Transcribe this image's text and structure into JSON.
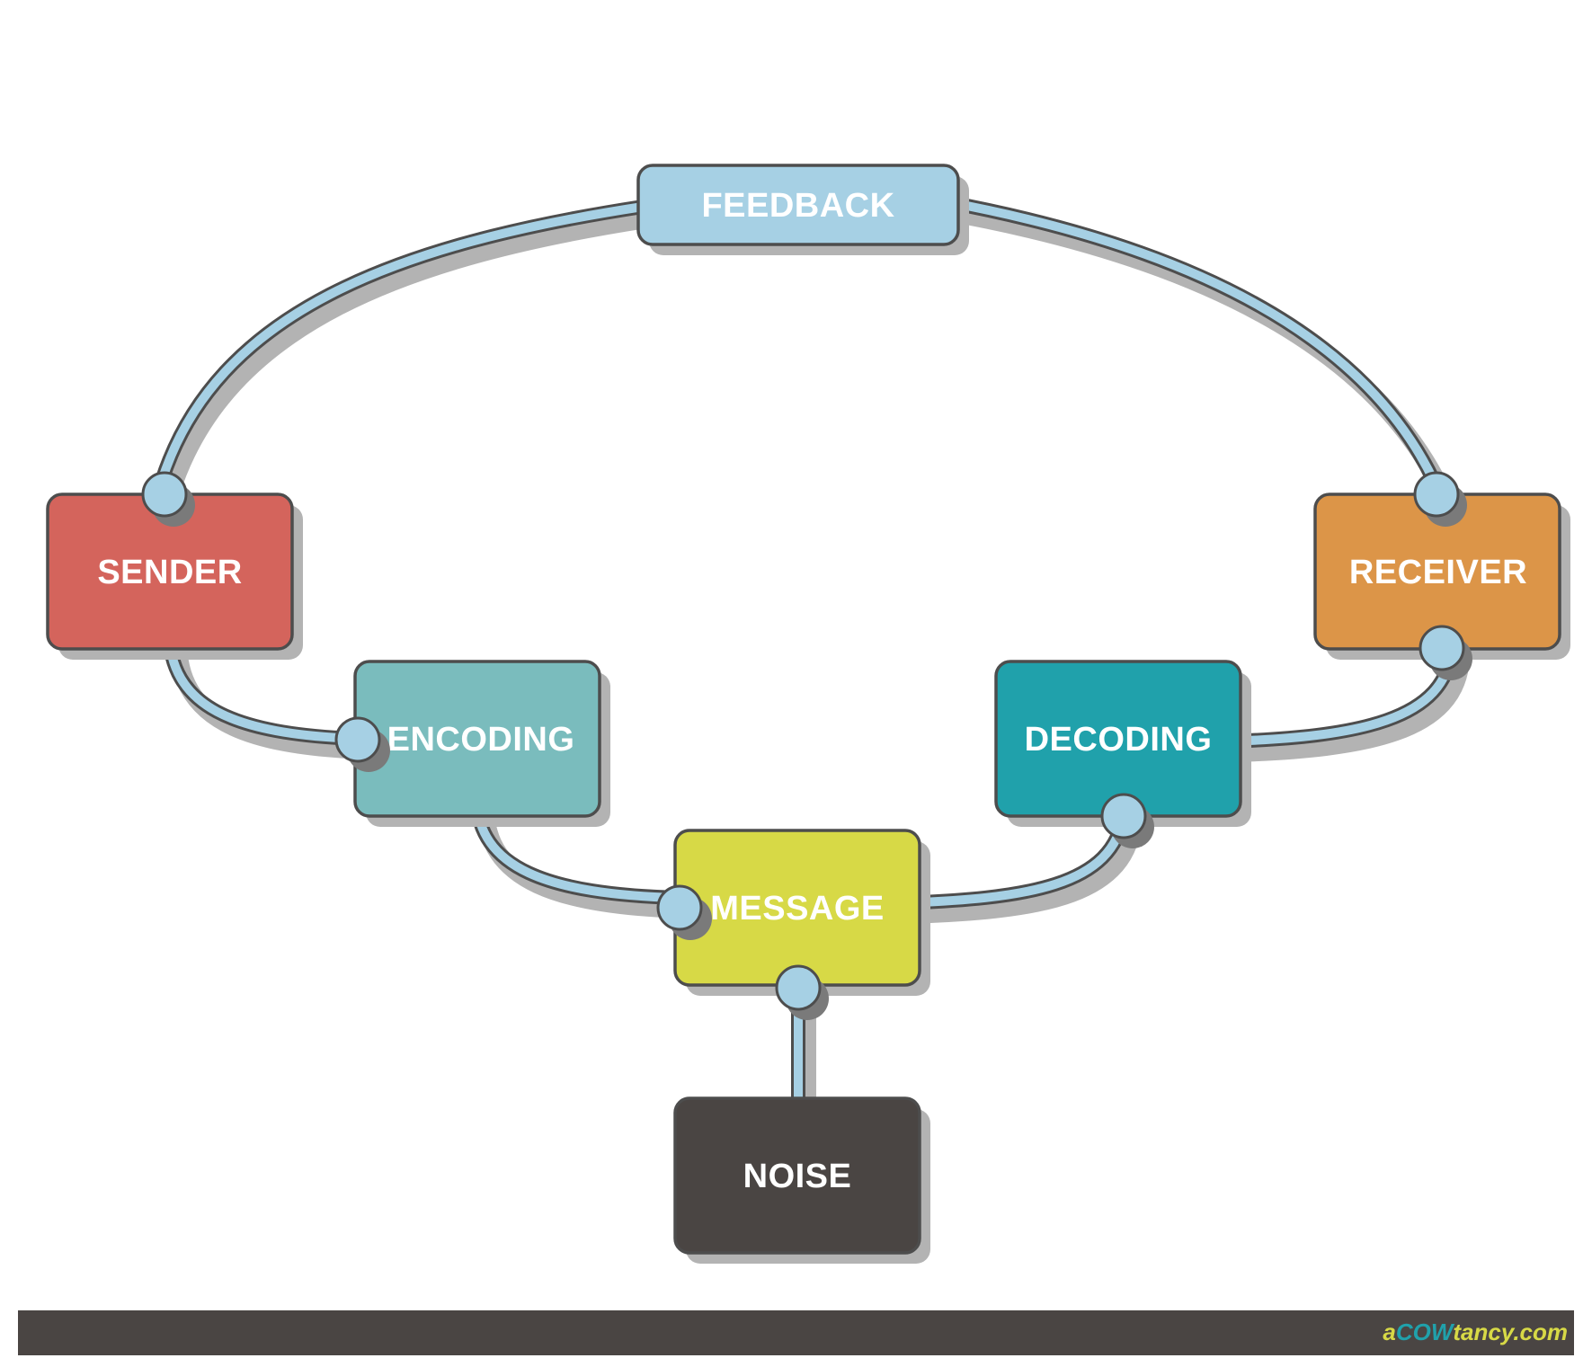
{
  "diagram": {
    "nodes": {
      "feedback": "FEEDBACK",
      "sender": "SENDER",
      "receiver": "RECEIVER",
      "encoding": "ENCODING",
      "decoding": "DECODING",
      "message": "MESSAGE",
      "noise": "NOISE"
    },
    "colors": {
      "feedback": "#a6d0e4",
      "sender": "#d4645c",
      "receiver": "#dc9548",
      "encoding": "#7abcbd",
      "decoding": "#20a1ab",
      "message": "#d7d946",
      "noise": "#4a4543",
      "connector": "#a6d0e4",
      "outline": "#4d4d4d",
      "shadow": "#b3b3b3",
      "footer_bar": "#4a4543"
    }
  },
  "footer": {
    "logo_prefix": "a",
    "logo_cow": "COW",
    "logo_suffix": "tancy.com",
    "logo_colors": {
      "prefix": "#d7d946",
      "cow": "#20a1ab",
      "suffix": "#d7d946"
    }
  }
}
